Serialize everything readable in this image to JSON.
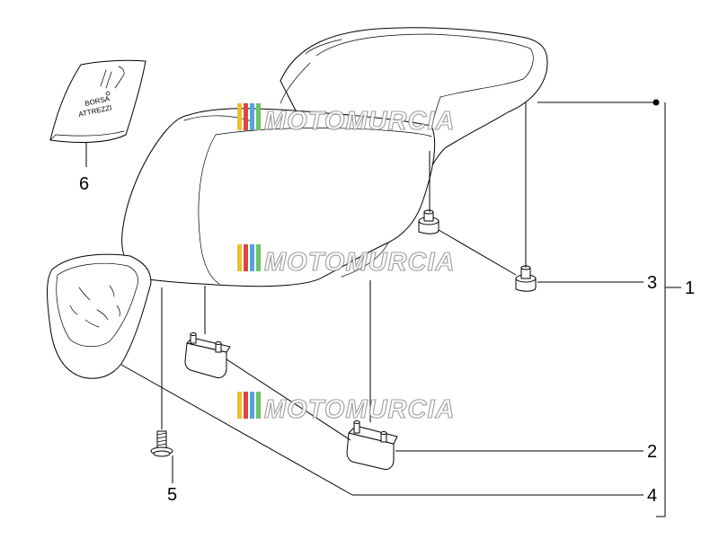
{
  "diagram": {
    "callouts": {
      "c1": "1",
      "c2": "2",
      "c3": "3",
      "c4": "4",
      "c5": "5",
      "c6": "6"
    },
    "tool_bag_text": {
      "line1": "BORSA",
      "line2": "ATTREZZI"
    }
  },
  "watermark": {
    "text": "MOTOMURCIA",
    "colors": [
      "#e8c22a",
      "#e3443a",
      "#5aa0e0",
      "#6cc36a"
    ]
  }
}
